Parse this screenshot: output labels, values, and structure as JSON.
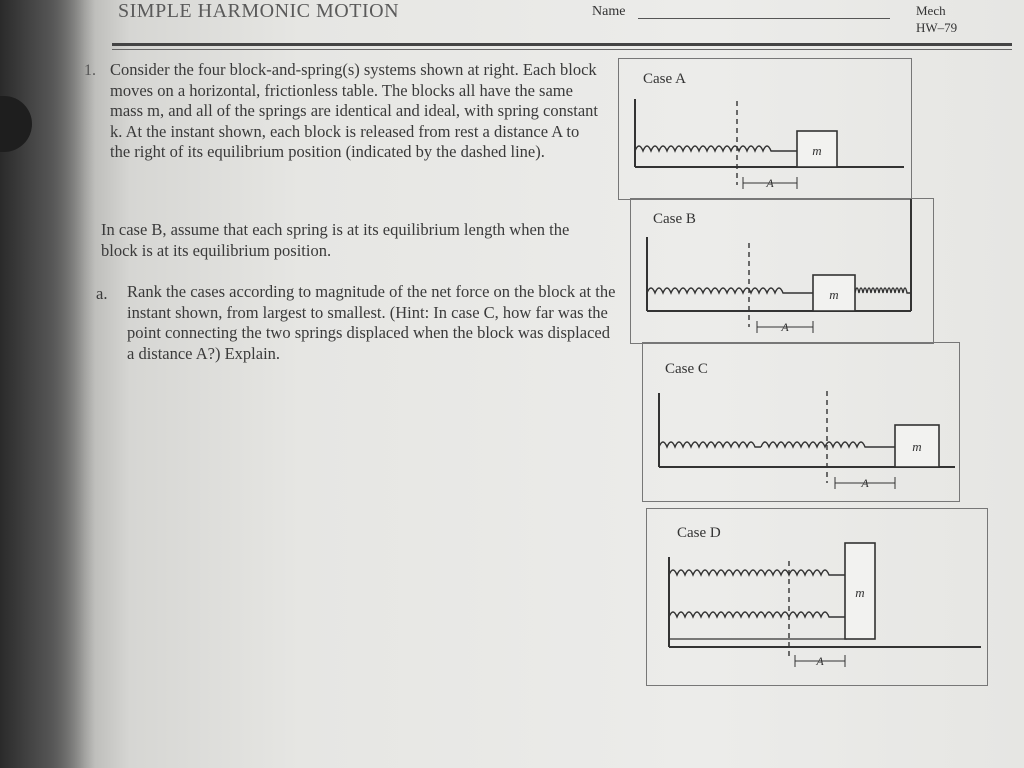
{
  "header": {
    "title": "SIMPLE HARMONIC MOTION",
    "name_label": "Name",
    "course": "Mech",
    "code": "HW–79"
  },
  "question": {
    "number": "1.",
    "intro": "Consider the four block-and-spring(s) systems shown at right. Each block moves on a horizontal, frictionless table. The blocks all have the same mass m, and all of the springs are identical and ideal, with spring constant k. At the instant shown, each block is released from rest a distance A to the right of its equilibrium position (indicated by the dashed line).",
    "case_b_note": "In case B, assume that each spring is at its equilibrium length when the block is at its equilibrium position.",
    "part_a_label": "a.",
    "part_a_text": "Rank the cases according to magnitude of the net force on the block at the instant shown, from largest to smallest. (Hint: In case C, how far was the point connecting the two springs displaced when the block was displaced a distance A?) Explain."
  },
  "figures": [
    {
      "label": "Case A",
      "mass_label": "m",
      "displacement_label": "A"
    },
    {
      "label": "Case B",
      "mass_label": "m",
      "displacement_label": "A"
    },
    {
      "label": "Case C",
      "mass_label": "m",
      "displacement_label": "A"
    },
    {
      "label": "Case D",
      "mass_label": "m",
      "displacement_label": "A"
    }
  ]
}
